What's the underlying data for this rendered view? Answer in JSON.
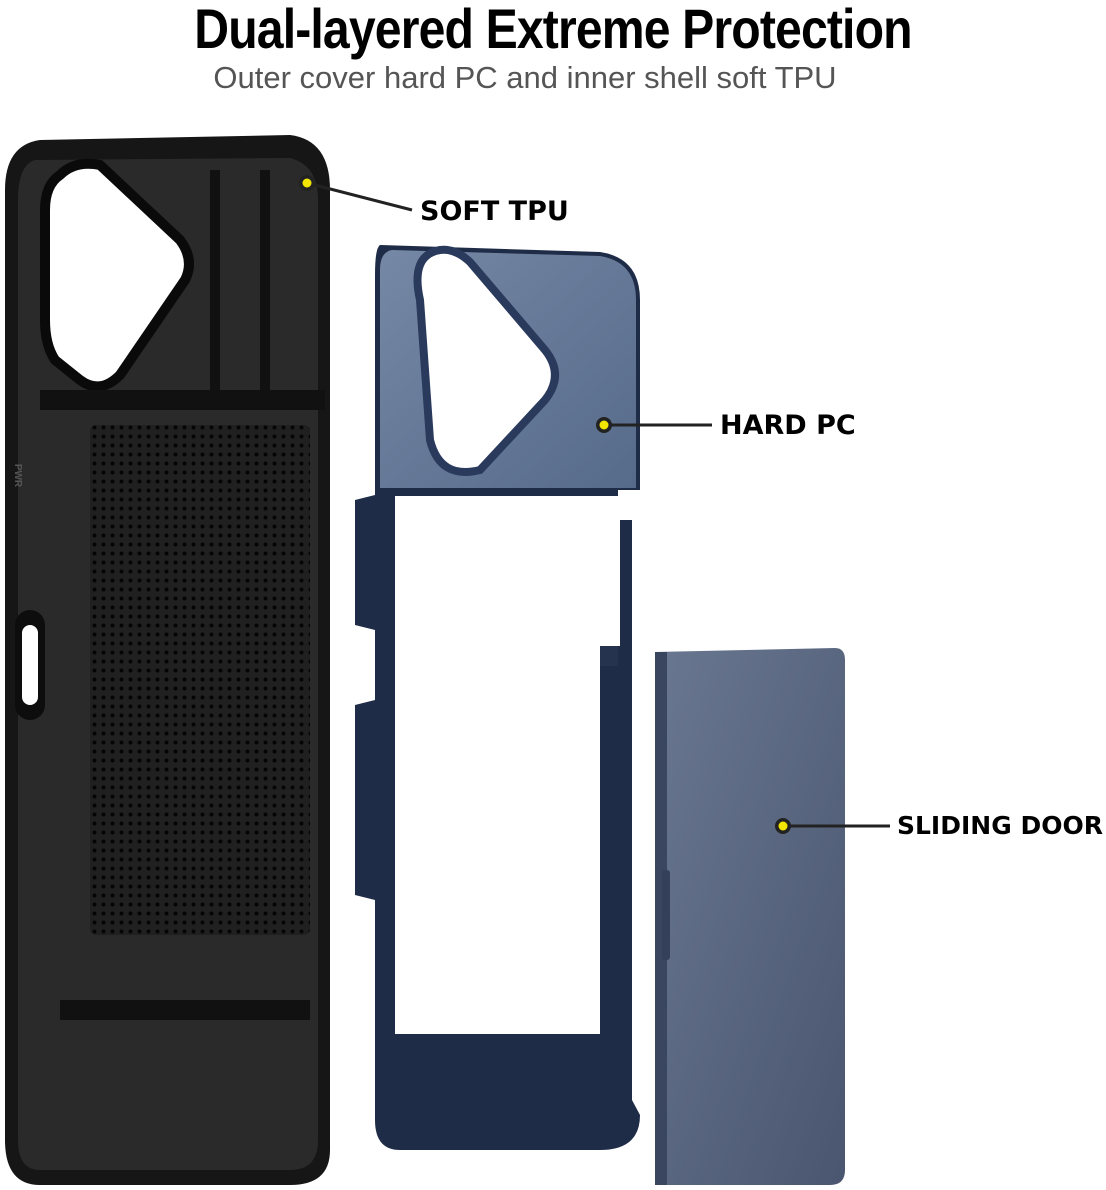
{
  "header": {
    "title": "Dual-layered Extreme Protection",
    "subtitle": "Outer cover hard PC  and inner shell soft TPU"
  },
  "callouts": [
    {
      "label": "SOFT TPU"
    },
    {
      "label": "HARD PC"
    },
    {
      "label": "SLIDING DOOR"
    }
  ],
  "case_marking": "PWR",
  "colors": {
    "tpu": "#1a1a1a",
    "pc": "#2a3a5c",
    "door": "#4f5d77",
    "callout_dot": "#f2e600"
  }
}
